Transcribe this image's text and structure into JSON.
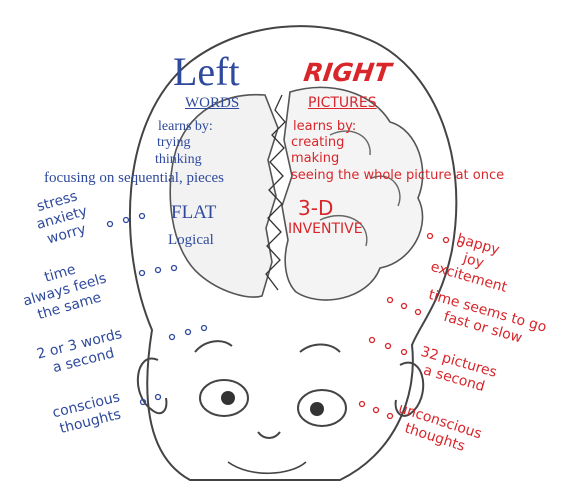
{
  "colors": {
    "left": "#2f4a9c",
    "right": "#d8262b",
    "ink": "#444444"
  },
  "icons": [
    "head-outline",
    "brain-left-hemisphere",
    "brain-right-hemisphere",
    "split-line",
    "face"
  ],
  "left": {
    "title": "Left",
    "subtitle": "WORDS",
    "learns_by_label": "learns by:",
    "learns_by": [
      "trying",
      "thinking"
    ],
    "focus": "focusing on sequential, pieces",
    "style_1": "FLAT",
    "style_2": "Logical"
  },
  "right": {
    "title": "RIGHT",
    "subtitle": "PICTURES",
    "learns_by_label": "learns by:",
    "learns_by": [
      "creating",
      "making"
    ],
    "focus": "seeing the whole picture at once",
    "style_1": "3-D",
    "style_2": "INVENTIVE"
  },
  "side_notes_left": [
    [
      "stress",
      "anxiety",
      "worry"
    ],
    [
      "time",
      "always feels",
      "the same"
    ],
    [
      "2 or 3 words",
      "a second"
    ],
    [
      "conscious",
      "thoughts"
    ]
  ],
  "side_notes_right": [
    [
      "happy",
      "joy",
      "excitement"
    ],
    [
      "time seems to go",
      "fast or slow"
    ],
    [
      "32 pictures",
      "a second"
    ],
    [
      "unconscious",
      "thoughts"
    ]
  ]
}
